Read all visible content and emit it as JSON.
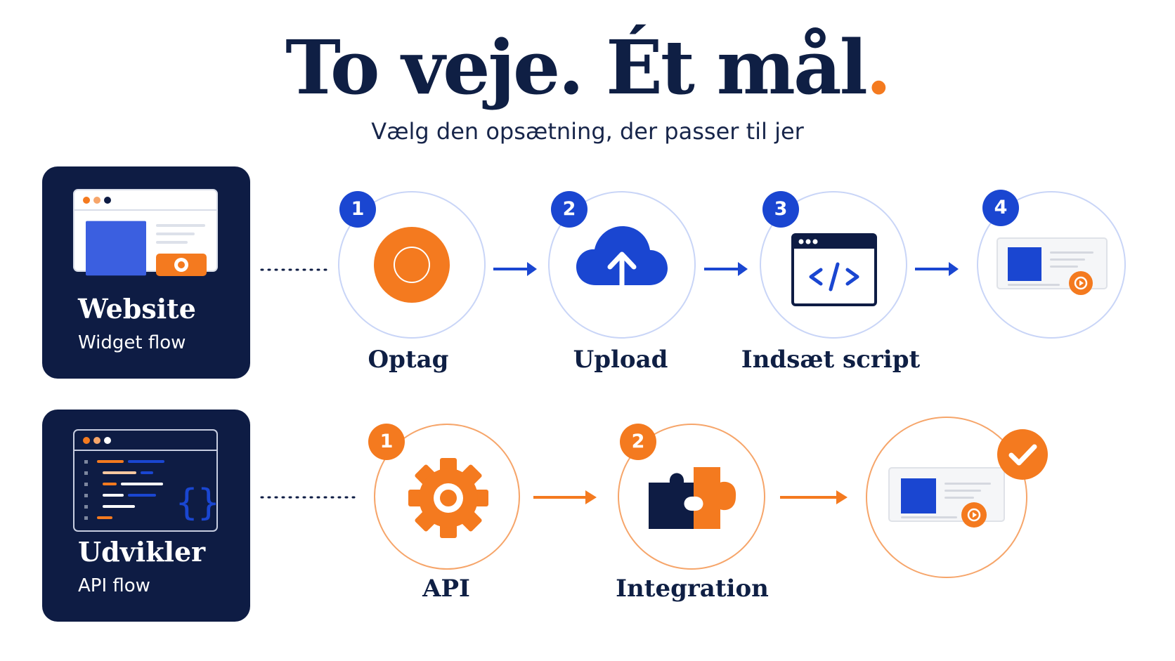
{
  "header": {
    "title": "To veje. Ét mål",
    "title_dot": ".",
    "subtitle": "Vælg den opsætning, der passer til jer"
  },
  "paths": [
    {
      "title": "Website",
      "subtitle": "Widget flow",
      "icon": "browser-widget-icon",
      "accent": "#1a46d1",
      "steps": [
        {
          "number": "1",
          "label": "Optag",
          "icon": "record-icon"
        },
        {
          "number": "2",
          "label": "Upload",
          "icon": "cloud-upload-icon"
        },
        {
          "number": "3",
          "label": "Indsæt script",
          "icon": "code-window-icon"
        },
        {
          "number": "4",
          "label": "",
          "icon": "embedded-video-page-icon"
        }
      ]
    },
    {
      "title": "Udvikler",
      "subtitle": "API flow",
      "icon": "code-editor-icon",
      "accent": "#f47a1f",
      "steps": [
        {
          "number": "1",
          "label": "API",
          "icon": "gear-icon"
        },
        {
          "number": "2",
          "label": "Integration",
          "icon": "puzzle-icon"
        },
        {
          "number": "",
          "label": "",
          "icon": "embedded-video-page-icon",
          "badge_icon": "checkmark-icon"
        }
      ]
    }
  ],
  "colors": {
    "navy": "#0e1c44",
    "blue": "#1a46d1",
    "orange": "#f47a1f"
  }
}
